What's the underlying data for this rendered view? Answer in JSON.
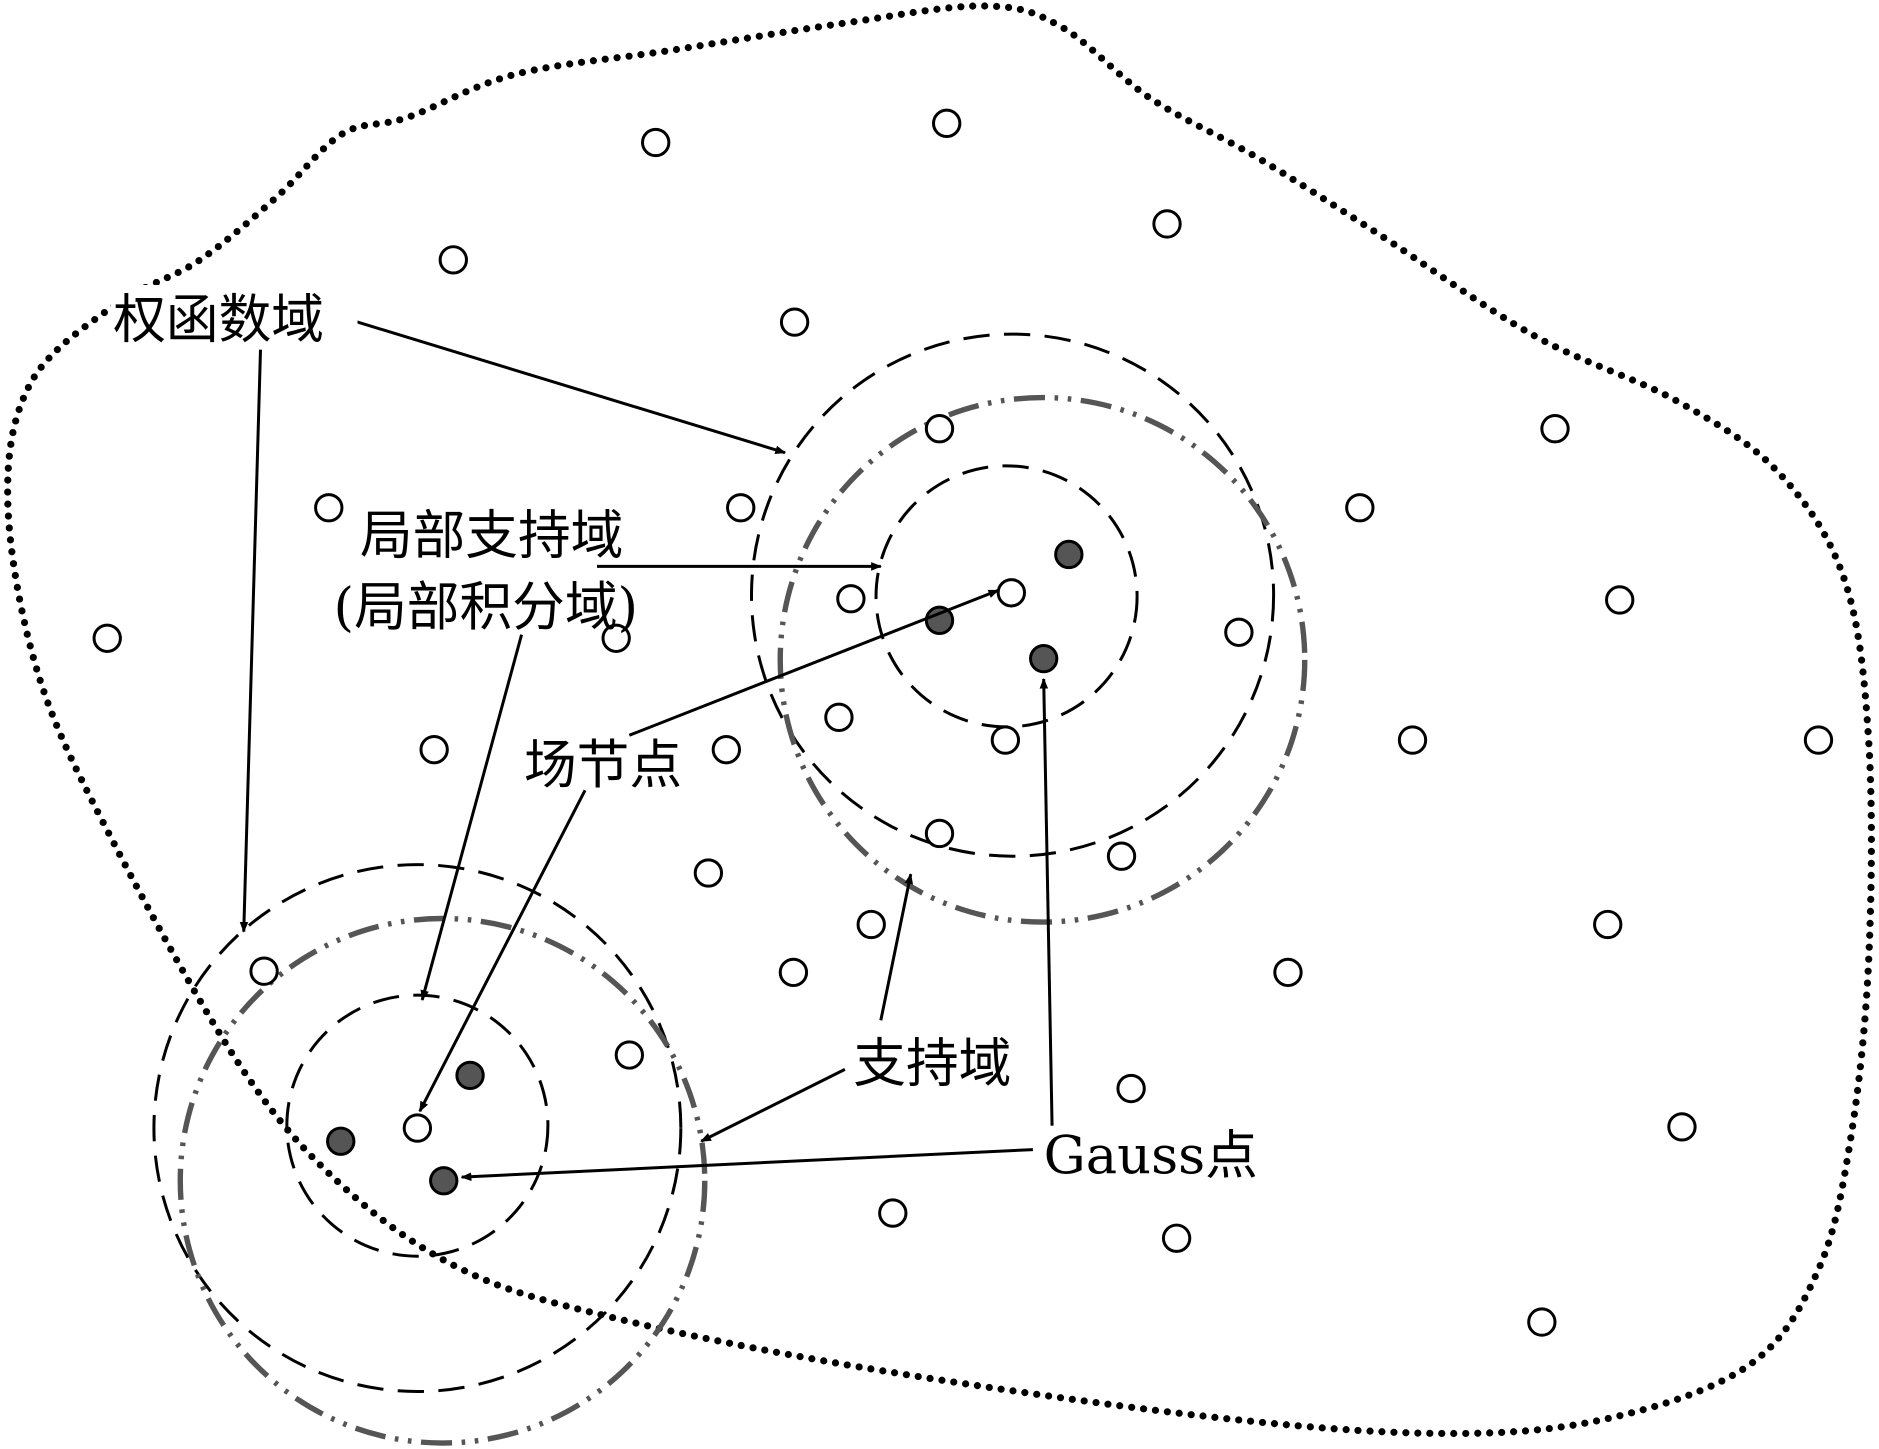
{
  "labels": {
    "weight_domain": "权函数域",
    "local_support_domain": "局部支持域",
    "local_integration_domain": "(局部积分域)",
    "field_node": "场节点",
    "support_domain": "支持域",
    "gauss_point": "Gauss点"
  },
  "colors": {
    "gauss_fill": "#555555",
    "support_domain_stroke": "#555555"
  }
}
